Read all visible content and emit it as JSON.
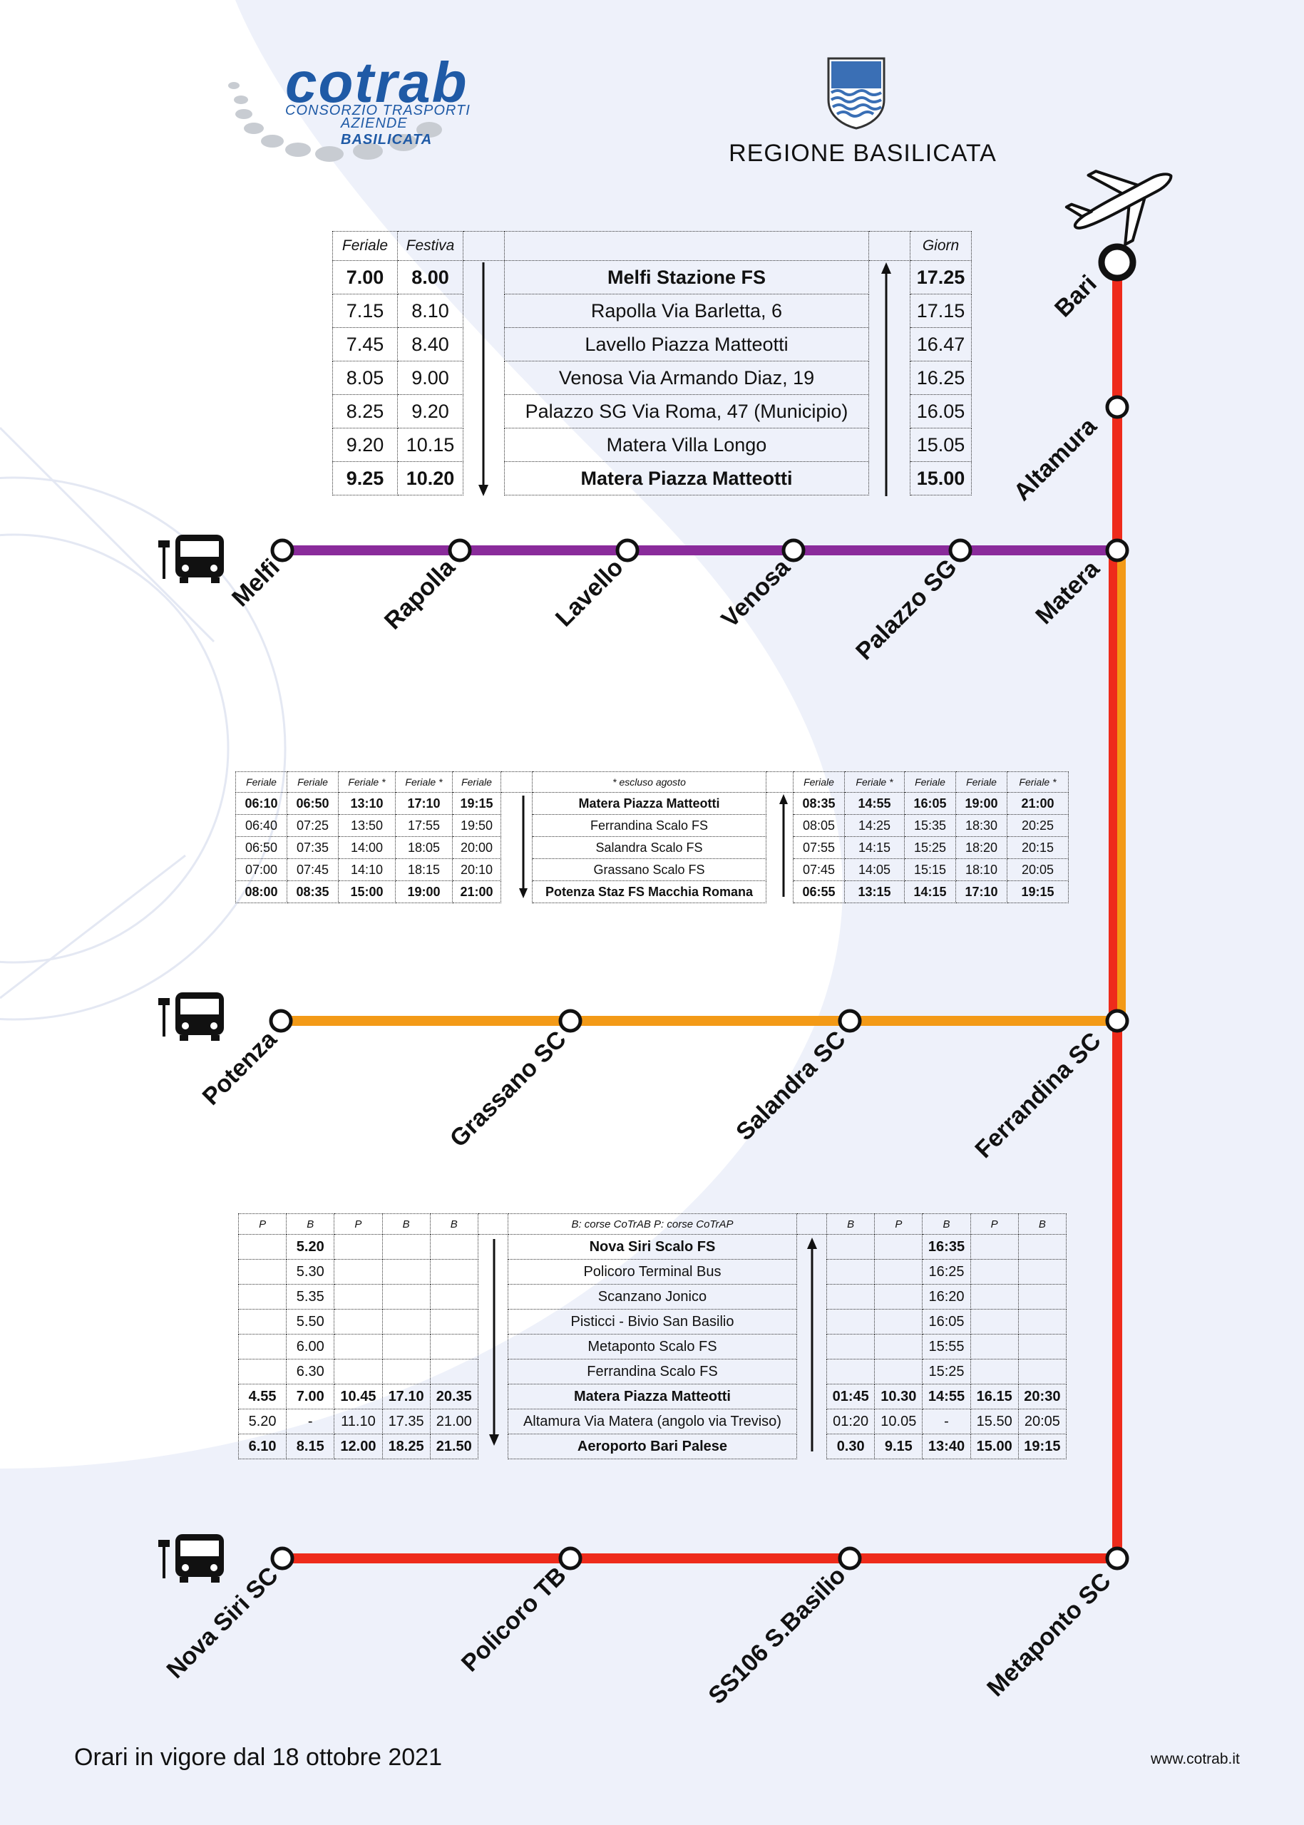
{
  "header": {
    "cotrab_name": "cotrab",
    "cotrab_sub1": "CONSORZIO TRASPORTI",
    "cotrab_sub2_a": "AZIENDE",
    "cotrab_sub2_b": "BASILICATA",
    "region_name": "REGIONE BASILICATA"
  },
  "colors": {
    "red_line": "#ee2b1b",
    "orange_line": "#f39a17",
    "purple_line": "#8a2b9b",
    "brand_blue": "#1f5aa6",
    "background_light": "#eef1fa"
  },
  "icons": [
    "airplane-icon",
    "bus-stop-icon",
    "shield-icon"
  ],
  "timetable_1": {
    "header": [
      "Feriale",
      "Festiva",
      "",
      "",
      "",
      "Giorn"
    ],
    "rows": [
      {
        "bold": true,
        "c1": "7.00",
        "c2": "8.00",
        "stop": "Melfi Stazione FS",
        "ret": "17.25"
      },
      {
        "bold": false,
        "c1": "7.15",
        "c2": "8.10",
        "stop": "Rapolla Via Barletta, 6",
        "ret": "17.15"
      },
      {
        "bold": false,
        "c1": "7.45",
        "c2": "8.40",
        "stop": "Lavello Piazza Matteotti",
        "ret": "16.47"
      },
      {
        "bold": false,
        "c1": "8.05",
        "c2": "9.00",
        "stop": "Venosa Via Armando Diaz, 19",
        "ret": "16.25"
      },
      {
        "bold": false,
        "c1": "8.25",
        "c2": "9.20",
        "stop": "Palazzo SG Via Roma, 47 (Municipio)",
        "ret": "16.05"
      },
      {
        "bold": false,
        "c1": "9.20",
        "c2": "10.15",
        "stop": "Matera Villa Longo",
        "ret": "15.05"
      },
      {
        "bold": true,
        "c1": "9.25",
        "c2": "10.20",
        "stop": "Matera Piazza Matteotti",
        "ret": "15.00"
      }
    ]
  },
  "timetable_2": {
    "header_out": [
      "Feriale",
      "Feriale",
      "Feriale *",
      "Feriale *",
      "Feriale"
    ],
    "header_note": "* escluso agosto",
    "header_ret": [
      "Feriale",
      "Feriale *",
      "Feriale",
      "Feriale",
      "Feriale *"
    ],
    "rows": [
      {
        "bold": true,
        "out": [
          "06:10",
          "06:50",
          "13:10",
          "17:10",
          "19:15"
        ],
        "stop": "Matera Piazza Matteotti",
        "ret": [
          "08:35",
          "14:55",
          "16:05",
          "19:00",
          "21:00"
        ]
      },
      {
        "bold": false,
        "out": [
          "06:40",
          "07:25",
          "13:50",
          "17:55",
          "19:50"
        ],
        "stop": "Ferrandina Scalo FS",
        "ret": [
          "08:05",
          "14:25",
          "15:35",
          "18:30",
          "20:25"
        ]
      },
      {
        "bold": false,
        "out": [
          "06:50",
          "07:35",
          "14:00",
          "18:05",
          "20:00"
        ],
        "stop": "Salandra Scalo FS",
        "ret": [
          "07:55",
          "14:15",
          "15:25",
          "18:20",
          "20:15"
        ]
      },
      {
        "bold": false,
        "out": [
          "07:00",
          "07:45",
          "14:10",
          "18:15",
          "20:10"
        ],
        "stop": "Grassano Scalo FS",
        "ret": [
          "07:45",
          "14:05",
          "15:15",
          "18:10",
          "20:05"
        ]
      },
      {
        "bold": true,
        "out": [
          "08:00",
          "08:35",
          "15:00",
          "19:00",
          "21:00"
        ],
        "stop": "Potenza Staz FS Macchia Romana",
        "ret": [
          "06:55",
          "13:15",
          "14:15",
          "17:10",
          "19:15"
        ]
      }
    ]
  },
  "timetable_3": {
    "header_out": [
      "P",
      "B",
      "P",
      "B",
      "B"
    ],
    "header_note": "B: corse CoTrAB P: corse CoTrAP",
    "header_ret": [
      "B",
      "P",
      "B",
      "P",
      "B"
    ],
    "rows": [
      {
        "bold": true,
        "out": [
          "",
          "5.20",
          "",
          "",
          ""
        ],
        "stop": "Nova Siri Scalo FS",
        "ret": [
          "",
          "",
          "16:35",
          "",
          ""
        ]
      },
      {
        "bold": false,
        "out": [
          "",
          "5.30",
          "",
          "",
          ""
        ],
        "stop": "Policoro Terminal Bus",
        "ret": [
          "",
          "",
          "16:25",
          "",
          ""
        ]
      },
      {
        "bold": false,
        "out": [
          "",
          "5.35",
          "",
          "",
          ""
        ],
        "stop": "Scanzano Jonico",
        "ret": [
          "",
          "",
          "16:20",
          "",
          ""
        ]
      },
      {
        "bold": false,
        "out": [
          "",
          "5.50",
          "",
          "",
          ""
        ],
        "stop": "Pisticci - Bivio San Basilio",
        "ret": [
          "",
          "",
          "16:05",
          "",
          ""
        ]
      },
      {
        "bold": false,
        "out": [
          "",
          "6.00",
          "",
          "",
          ""
        ],
        "stop": "Metaponto Scalo FS",
        "ret": [
          "",
          "",
          "15:55",
          "",
          ""
        ]
      },
      {
        "bold": false,
        "out": [
          "",
          "6.30",
          "",
          "",
          ""
        ],
        "stop": "Ferrandina Scalo FS",
        "ret": [
          "",
          "",
          "15:25",
          "",
          ""
        ]
      },
      {
        "bold": true,
        "out": [
          "4.55",
          "7.00",
          "10.45",
          "17.10",
          "20.35"
        ],
        "stop": "Matera Piazza Matteotti",
        "ret": [
          "01:45",
          "10.30",
          "14:55",
          "16.15",
          "20:30"
        ]
      },
      {
        "bold": false,
        "out": [
          "5.20",
          "-",
          "11.10",
          "17.35",
          "21.00"
        ],
        "stop": "Altamura Via Matera (angolo via Treviso)",
        "ret": [
          "01:20",
          "10.05",
          "-",
          "15.50",
          "20:05"
        ]
      },
      {
        "bold": true,
        "out": [
          "6.10",
          "8.15",
          "12.00",
          "18.25",
          "21.50"
        ],
        "stop": "Aeroporto Bari Palese",
        "ret": [
          "0.30",
          "9.15",
          "13:40",
          "15.00",
          "19:15"
        ]
      }
    ]
  },
  "map_labels": {
    "bari": "Bari",
    "altamura": "Altamura",
    "matera": "Matera",
    "ferrandina": "Ferrandina SC",
    "metaponto": "Metaponto SC",
    "melfi": "Melfi",
    "rapolla": "Rapolla",
    "lavello": "Lavello",
    "venosa": "Venosa",
    "palazzo": "Palazzo SG",
    "potenza": "Potenza",
    "grassano": "Grassano SC",
    "salandra": "Salandra SC",
    "novasiri": "Nova Siri SC",
    "policoro": "Policoro TB",
    "ss106": "SS106 S.Basilio"
  },
  "footer": {
    "validity": "Orari in vigore dal 18 ottobre 2021",
    "website": "www.cotrab.it"
  }
}
